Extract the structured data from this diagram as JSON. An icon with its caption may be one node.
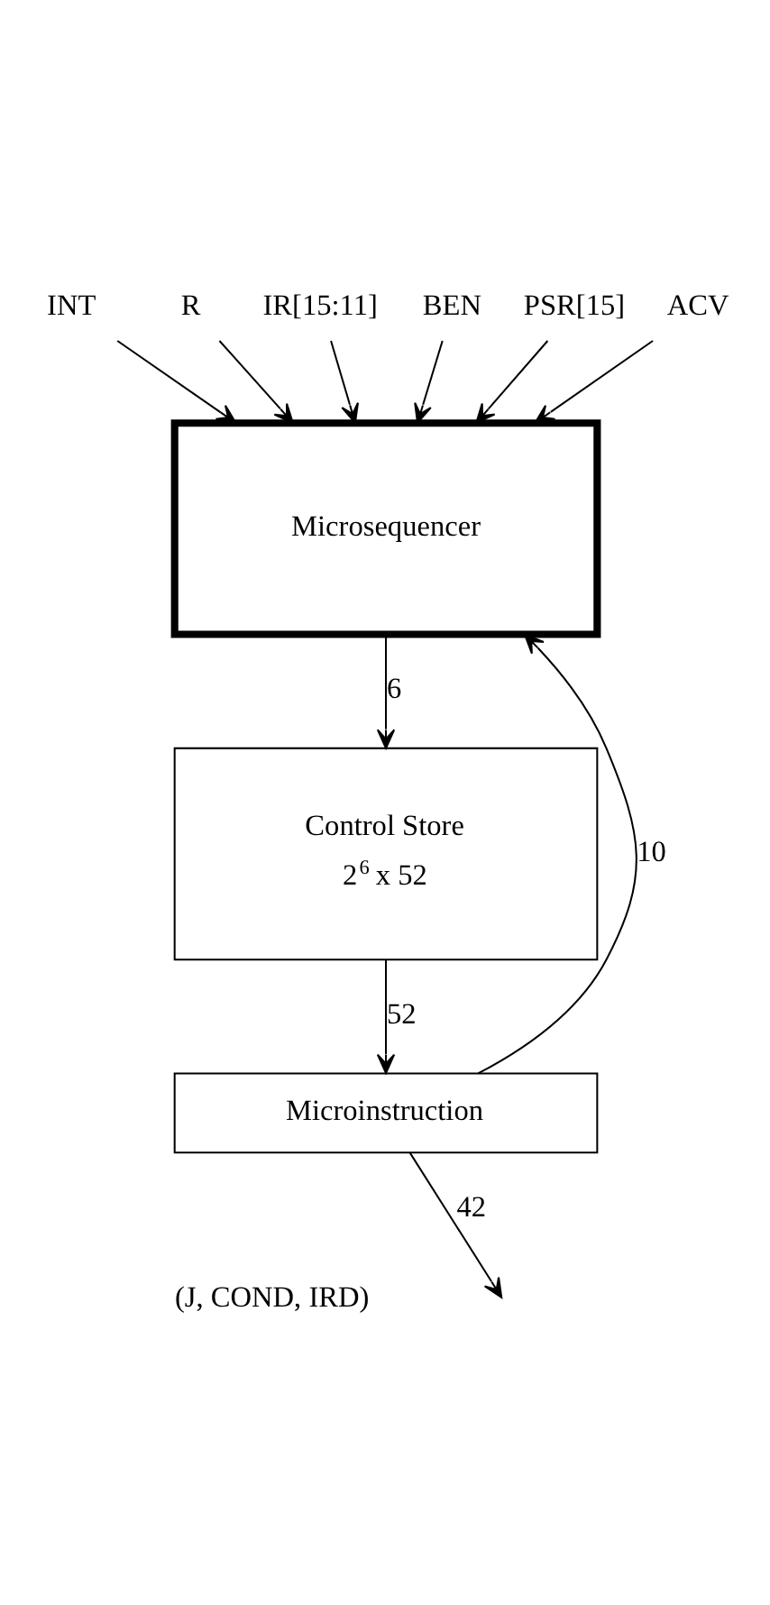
{
  "diagram": {
    "nodes": [
      {
        "text": [
          "INT"
        ]
      },
      {
        "text": [
          "R"
        ]
      },
      {
        "text": [
          "IR[15:11]"
        ]
      },
      {
        "text": [
          "BEN"
        ]
      },
      {
        "text": [
          "PSR[15]"
        ]
      },
      {
        "text": [
          "ACV"
        ]
      },
      {
        "text": [
          "Microsequencer"
        ]
      },
      {
        "text": [
          "Control Store",
          "2$^{6}$ x 52"
        ]
      },
      {
        "text": [
          "Microinstruction"
        ]
      }
    ],
    "edges": [
      {
        "from": 0,
        "to": 6,
        "arrow": "to"
      },
      {
        "from": 1,
        "to": 6,
        "arrow": "to"
      },
      {
        "from": 2,
        "to": 6,
        "arrow": "to"
      },
      {
        "from": 3,
        "to": 6,
        "arrow": "to"
      },
      {
        "from": 4,
        "to": 6,
        "arrow": "to"
      },
      {
        "from": 5,
        "to": 6,
        "arrow": "to"
      },
      {
        "from": 6,
        "to": 7,
        "arrow": "to",
        "label": "6"
      },
      {
        "from": 7,
        "to": 8,
        "arrow": "to",
        "label": "52"
      },
      {
        "from": 8,
        "to": 6,
        "arrow": "to",
        "label": "10"
      },
      {
        "from": 8,
        "to": null,
        "arrow": "to",
        "label": "42"
      }
    ],
    "labels": [
      "(J, COND, IRD)"
    ]
  }
}
